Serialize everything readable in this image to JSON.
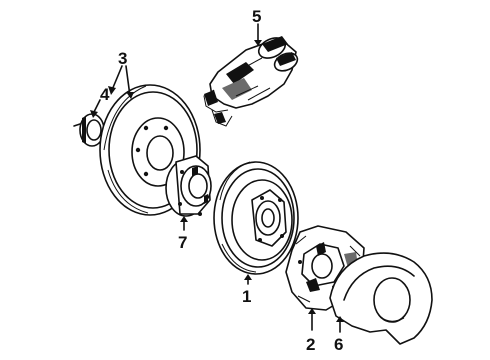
{
  "diagram": {
    "callouts": [
      {
        "id": "1",
        "text": "1"
      },
      {
        "id": "2",
        "text": "2"
      },
      {
        "id": "3",
        "text": "3"
      },
      {
        "id": "4",
        "text": "4"
      },
      {
        "id": "5",
        "text": "5"
      },
      {
        "id": "6",
        "text": "6"
      },
      {
        "id": "7",
        "text": "7"
      }
    ],
    "colors": {
      "ink": "#111111",
      "background": "#ffffff",
      "shade": "#6b6b6b"
    }
  }
}
